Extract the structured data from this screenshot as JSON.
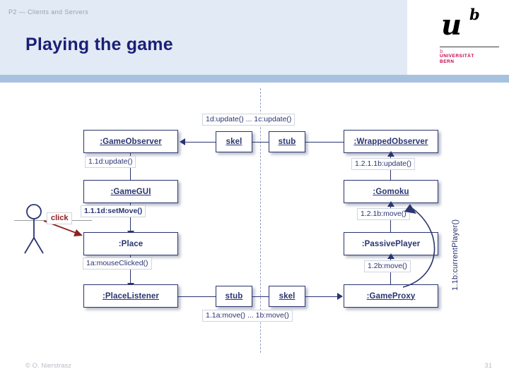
{
  "header": {
    "breadcrumb": "P2 — Clients and Servers",
    "title": "Playing the game"
  },
  "logo": {
    "letter": "u",
    "exponent": "b",
    "tick": "b",
    "line1": "UNIVERSITÄT",
    "line2": "BERN",
    "brand_color": "#c8004b"
  },
  "footer": {
    "copyright": "© O. Nierstrasz",
    "page": "31"
  },
  "diagram": {
    "nodes": [
      {
        "id": "gameobserver",
        "label": ":GameObserver"
      },
      {
        "id": "gamegui",
        "label": ":GameGUI"
      },
      {
        "id": "place",
        "label": ":Place"
      },
      {
        "id": "placelistener",
        "label": ":PlaceListener"
      },
      {
        "id": "skel-top",
        "label": "skel"
      },
      {
        "id": "stub-top",
        "label": "stub"
      },
      {
        "id": "stub-bottom",
        "label": "stub"
      },
      {
        "id": "skel-bottom",
        "label": "skel"
      },
      {
        "id": "wrappedobserver",
        "label": ":WrappedObserver"
      },
      {
        "id": "gomoku",
        "label": ":Gomoku"
      },
      {
        "id": "passiveplayer",
        "label": ":PassivePlayer"
      },
      {
        "id": "gameproxy",
        "label": ":GameProxy"
      }
    ],
    "messages": {
      "top_center": "1d:update() ... 1c:update()",
      "observer_to_gui": "1.1d:update()",
      "gui_to_place": "1.1.1d:setMove()",
      "place_to_listener": "1a:mouseClicked()",
      "bottom_center": "1.1a:move() ... 1b:move()",
      "wrapped_to_gomoku": "1.2.1.1b:update()",
      "gomoku_to_passive": "1.2.1b:move()",
      "passive_to_proxy": "1.2b:move()",
      "current_player": "1.1b:currentPlayer()"
    },
    "actor": {
      "action_label": "click"
    },
    "colors": {
      "node_border": "#2a3570",
      "node_text": "#2a3570",
      "click": "#8d2020",
      "divider": "#8f9fc0"
    }
  }
}
